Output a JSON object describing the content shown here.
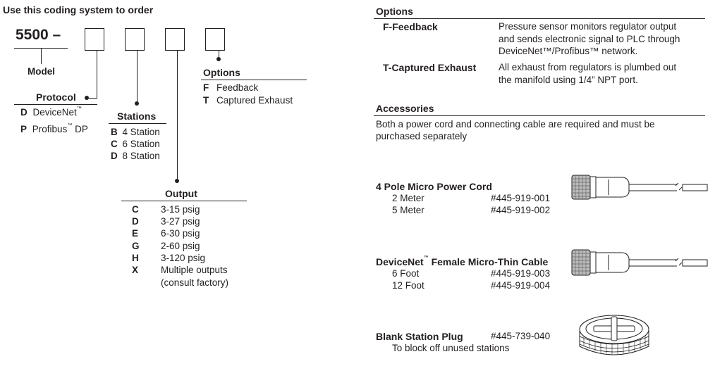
{
  "header": "Use this coding system to order",
  "code": {
    "prefix": "5500 –",
    "model_label": "Model"
  },
  "protocol": {
    "title": "Protocol",
    "items": [
      {
        "code": "D",
        "label": "DeviceNet",
        "tm": "™",
        "suffix": ""
      },
      {
        "code": "P",
        "label": "Profibus",
        "tm": "™",
        "suffix": " DP"
      }
    ]
  },
  "stations": {
    "title": "Stations",
    "items": [
      {
        "code": "B",
        "label": "4 Station"
      },
      {
        "code": "C",
        "label": "6 Station"
      },
      {
        "code": "D",
        "label": "8 Station"
      }
    ]
  },
  "options_left": {
    "title": "Options",
    "items": [
      {
        "code": "F",
        "label": "Feedback"
      },
      {
        "code": "T",
        "label": "Captured Exhaust"
      }
    ]
  },
  "output": {
    "title": "Output",
    "items": [
      {
        "code": "C",
        "label": "3-15 psig"
      },
      {
        "code": "D",
        "label": "3-27 psig"
      },
      {
        "code": "E",
        "label": "6-30 psig"
      },
      {
        "code": "G",
        "label": "2-60 psig"
      },
      {
        "code": "H",
        "label": "3-120 psig"
      },
      {
        "code": "X",
        "label": "Multiple outputs",
        "label2": "(consult factory)"
      }
    ]
  },
  "options_right": {
    "title": "Options",
    "items": [
      {
        "name": "F-Feedback",
        "lines": [
          "Pressure sensor monitors regulator output",
          "and sends electronic signal to PLC through",
          "DeviceNet™/Profibus™ network."
        ]
      },
      {
        "name": "T-Captured Exhaust",
        "lines": [
          "All exhaust from regulators is plumbed out",
          "the manifold using 1/4” NPT port."
        ]
      }
    ]
  },
  "accessories": {
    "title": "Accessories",
    "intro": [
      "Both a power cord and connecting cable are required and must be",
      "purchased separately"
    ],
    "power_cord": {
      "title": "4 Pole Micro Power Cord",
      "rows": [
        {
          "label": "2 Meter",
          "part": "#445-919-001"
        },
        {
          "label": "5 Meter",
          "part": "#445-919-002"
        }
      ]
    },
    "cable": {
      "title_a": "DeviceNet",
      "tm": "™",
      "title_b": " Female Micro-Thin Cable",
      "rows": [
        {
          "label": "6 Foot",
          "part": "#445-919-003"
        },
        {
          "label": "12 Foot",
          "part": "#445-919-004"
        }
      ]
    },
    "plug": {
      "title": "Blank Station Plug",
      "part": "#445-739-040",
      "desc": "To block off unused stations"
    }
  }
}
